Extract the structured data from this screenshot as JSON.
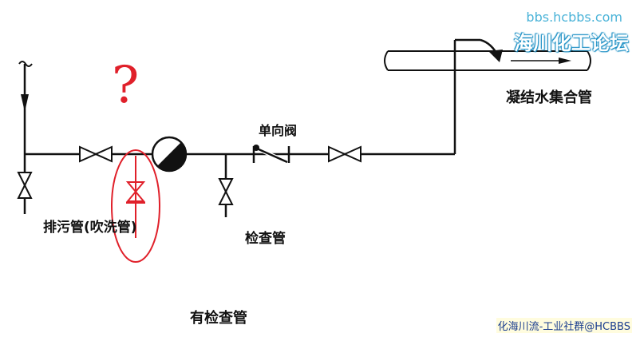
{
  "watermark": {
    "url": "bbs.hcbbs.com",
    "brand": "海川化工论坛",
    "footer": "化海川流-工业社群@HCBBS"
  },
  "labels": {
    "condensate_header": "凝结水集合管",
    "check_valve": "单向阀",
    "drain_pipe": "排污管(吹洗管)",
    "inspection_pipe": "检查管",
    "title": "有检查管"
  },
  "annotation": {
    "question_mark": "?"
  },
  "colors": {
    "line": "#111111",
    "annotation": "#e0202a",
    "watermark_url": "#4ab3d8",
    "watermark_brand_outline": "#1b8fc4",
    "watermark_footer": "#1a3d8f"
  }
}
